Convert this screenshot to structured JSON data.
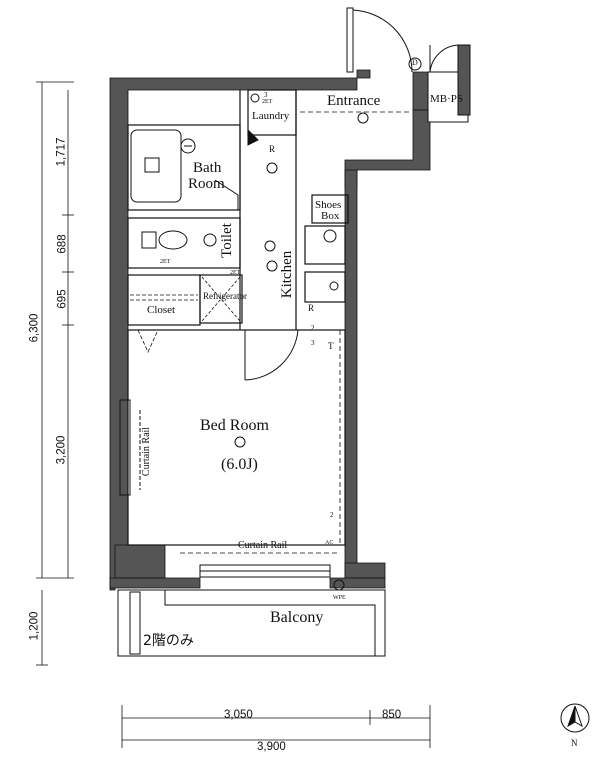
{
  "rooms": {
    "entrance": "Entrance",
    "laundry": "Laundry",
    "bath": "Bath",
    "bath_room": "Room",
    "toilet": "Toilet",
    "kitchen": "Kitchen",
    "shoes": "Shoes",
    "box": "Box",
    "refrigerator": "Refrigerator",
    "closet": "Closet",
    "bedroom": "Bed Room",
    "bedroom_size": "(6.0J)",
    "balcony": "Balcony",
    "mbps": "MB·PS",
    "curtain_rail_bottom": "Curtain Rail",
    "curtain_rail_left": "Curtain Rail",
    "second_floor_only": "2階のみ"
  },
  "markers": {
    "d": "D",
    "r1": "R",
    "r2": "R",
    "t": "T",
    "wpe": "WPE",
    "two_et_a": "2ET",
    "two_et_b": "2ET",
    "two_et_c": "2ET",
    "three_a": "3",
    "three_b": "3",
    "two_a": "2",
    "two_b": "2",
    "ac": "AC"
  },
  "dimensions": {
    "total_height": "6,300",
    "seg1": "1,717",
    "seg2": "688",
    "seg3": "695",
    "seg4": "3,200",
    "balcony_depth": "1,200",
    "width_main": "3,050",
    "width_side": "850",
    "width_total": "3,900"
  },
  "compass": {
    "north": "N"
  }
}
